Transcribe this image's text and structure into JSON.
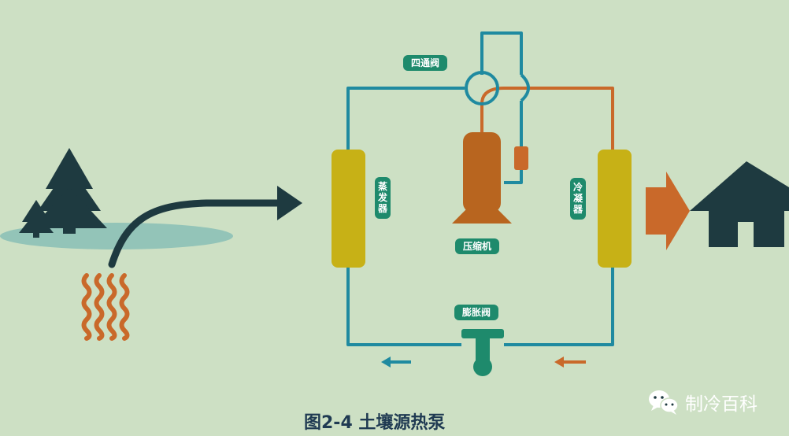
{
  "labels": {
    "four_way_valve": "四通阀",
    "compressor": "压缩机",
    "expansion_valve": "膨胀阀",
    "evaporator": "蒸\n发\n器",
    "condenser": "冷\n凝\n器"
  },
  "caption": "图2-4 土壤源热泵",
  "watermark": {
    "text": "制冷百科",
    "icon": "wechat-icon"
  },
  "colors": {
    "background": "#cde0c4",
    "blue_pipe": "#1f8aa0",
    "orange_pipe": "#c9692a",
    "compressor": "#b8651f",
    "coil": "#c7b116",
    "dark": "#1e3a40",
    "tag": "#1e8a6c",
    "pond": "#93c4b8",
    "heat_wave": "#c9692a"
  }
}
